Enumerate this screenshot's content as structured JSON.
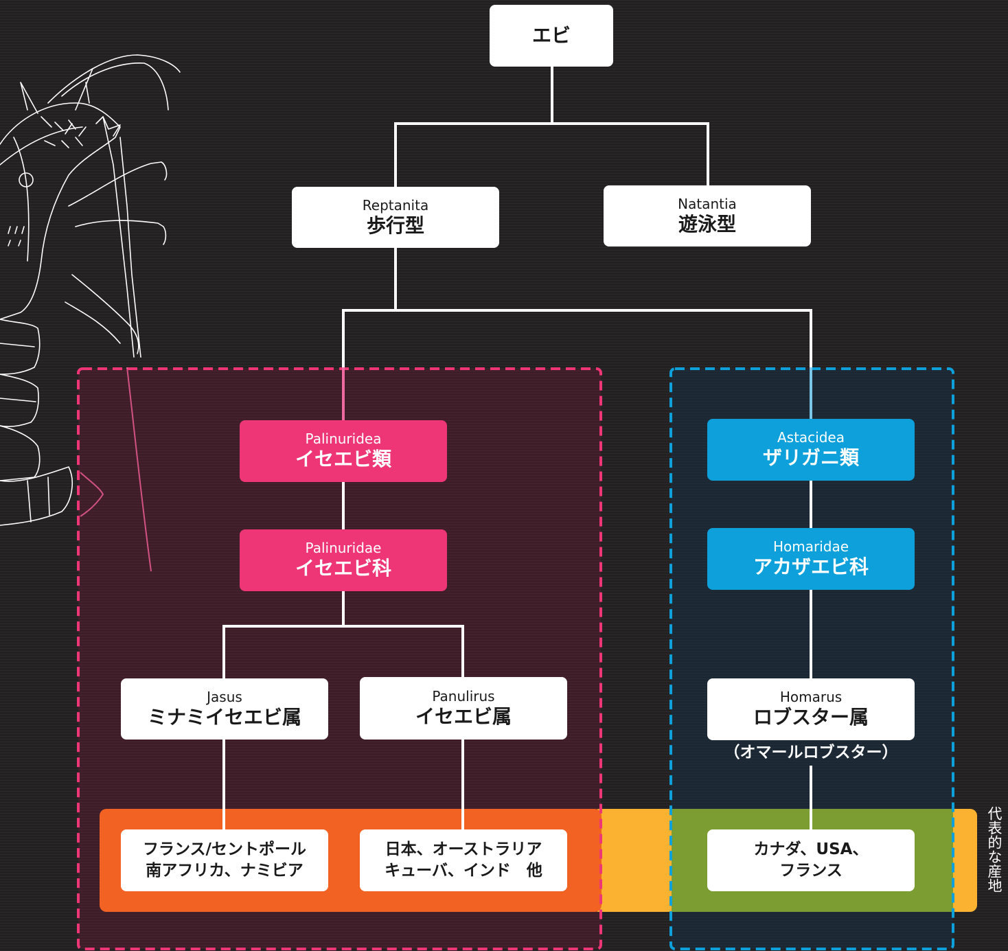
{
  "root": {
    "ja": "エビ"
  },
  "groups": {
    "reptantia": {
      "latin": "Reptanita",
      "ja": "歩行型"
    },
    "natantia": {
      "latin": "Natantia",
      "ja": "遊泳型"
    }
  },
  "palinuridea": {
    "latin": "Palinuridea",
    "ja": "イセエビ類"
  },
  "palinuridae": {
    "latin": "Palinuridae",
    "ja": "イセエビ科"
  },
  "jasus": {
    "latin": "Jasus",
    "ja": "ミナミイセエビ属"
  },
  "panulirus": {
    "latin": "Panulirus",
    "ja": "イセエビ属"
  },
  "astacidea": {
    "latin": "Astacidea",
    "ja": "ザリガニ類"
  },
  "homaridae": {
    "latin": "Homaridae",
    "ja": "アカザエビ科"
  },
  "homarus": {
    "latin": "Homarus",
    "ja": "ロブスター属",
    "note": "（オマールロブスター）"
  },
  "origins": {
    "jasus": {
      "line1": "フランス/セントポール",
      "line2": "南アフリカ、ナミビア"
    },
    "panulirus": {
      "line1": "日本、オーストラリア",
      "line2": "キューバ、インド　他"
    },
    "homarus": {
      "line1": "カナダ、USA、",
      "line2": "フランス"
    }
  },
  "origins_label": "代表的な産地",
  "colors": {
    "background": "#222021",
    "pink": "#ee3676",
    "blue": "#0ea0da",
    "orange_band": "#f26223",
    "yellow_band": "#fbb231",
    "green_band": "#7b9d32",
    "white": "#ffffff"
  },
  "illustration": "lobster-line-drawing"
}
